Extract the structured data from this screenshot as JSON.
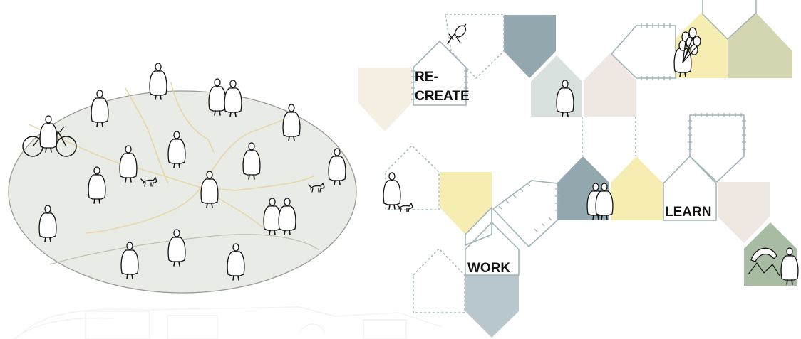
{
  "labels": {
    "recreate_line1": "RE-",
    "recreate_line2": "CREATE",
    "work": "WORK",
    "learn": "LEARN"
  },
  "colors": {
    "oval_fill": "#e9ebe7",
    "crack": "#e6d7a9",
    "cream": "#f4efe2",
    "slate": "#93a7ae",
    "pale_sage": "#d9e1de",
    "blush": "#efe8e2",
    "butter": "#f6edb3",
    "olive": "#d4d6b2",
    "light_blue_grey": "#b8c8cc",
    "moss": "#a8bba3",
    "rail": "#9eb4b7"
  },
  "icons": [
    "person-icon",
    "bicycle-icon",
    "dog-icon",
    "balloons-icon",
    "tent-icon"
  ]
}
